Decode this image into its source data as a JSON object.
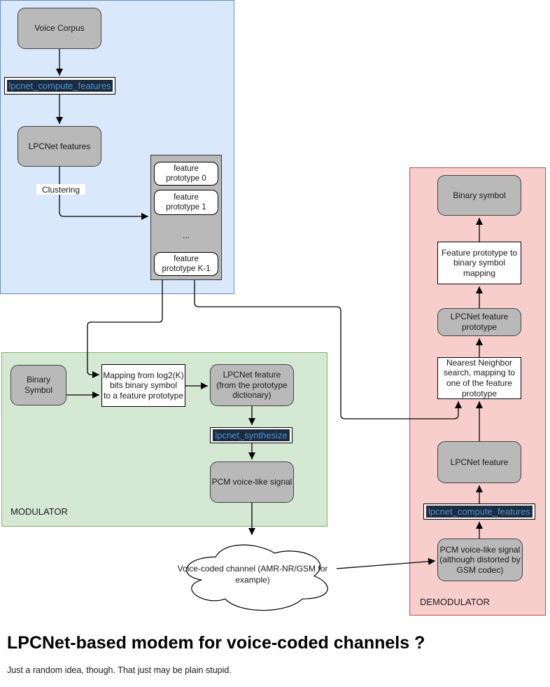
{
  "colors": {
    "blue_fill": "#dae8fc",
    "blue_border": "#6c8ebf",
    "green_fill": "#d5e8d4",
    "green_border": "#82b366",
    "red_fill": "#f8cecc",
    "red_border": "#b85450",
    "gray_fill": "#b9b9b9",
    "highlight_bg": "#1c2b3d",
    "highlight_text": "#4d95d6"
  },
  "training": {
    "voice_corpus": "Voice Corpus",
    "compute_features": "lpcnet_compute_features",
    "lpcnet_features": "LPCNet features",
    "clustering_label": "Clustering",
    "prototypes": [
      "feature\nprototype 0",
      "feature\nprototype 1",
      "...",
      "feature\nprototype K-1"
    ]
  },
  "modulator": {
    "region_label": "MODULATOR",
    "binary_symbol": "Binary\nSymbol",
    "bit_mapping": "Mapping from log2(K)\nbits binary symbol\nto a feature prototype",
    "lpcnet_feature": "LPCNet feature\n(from the prototype\ndictionary)",
    "synthesize": "lpcnet_synthesize",
    "pcm_signal": "PCM voice-like signal"
  },
  "channel": {
    "cloud_label": "Voice-coded channel (AMR-NR/GSM for\nexample)"
  },
  "demodulator": {
    "region_label": "DEMODULATOR",
    "binary_symbol": "Binary symbol",
    "feature_to_binary": "Feature prototype to\nbinary symbol\nmapping",
    "lpcnet_feature_prototype": "LPCNet feature\nprototype",
    "nearest_neighbor": "Nearest Neighbor\nsearch, mapping to\none of the feature\nprototype",
    "lpcnet_feature": "LPCNet feature",
    "compute_features": "lpcnet_compute_features",
    "pcm_signal": "PCM voice-like signal\n(although distorted by\nGSM codec)"
  },
  "caption": {
    "title": "LPCNet-based modem for voice-coded channels ?",
    "subtitle": "Just a random idea, though. That just may be plain stupid."
  }
}
